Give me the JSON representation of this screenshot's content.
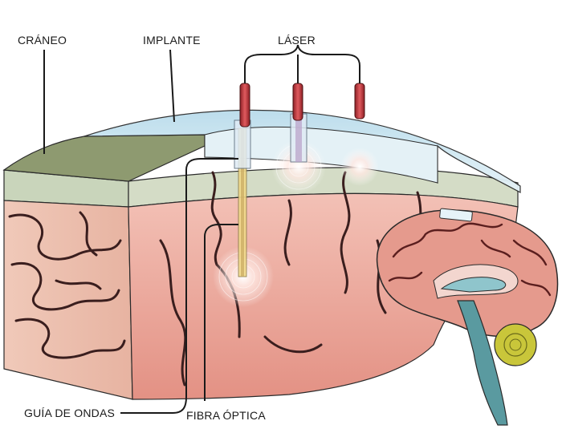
{
  "labels": {
    "skull": "CRÁNEO",
    "implant": "IMPLANTE",
    "laser": "LÁSER",
    "waveguide": "GUÍA DE ONDAS",
    "optical_fiber": "FIBRA ÓPTICA"
  },
  "colors": {
    "skull": "#cfd8c0",
    "skull_top": "#8f9a72",
    "implant": "#cfe6f0",
    "brain": "#e9a39a",
    "brain_light": "#f2c2b7",
    "sulcus": "#3a1e1e",
    "laser": "#c8393f",
    "cerebellum": "#c9c63a",
    "brainstem": "#5a9aa0"
  }
}
